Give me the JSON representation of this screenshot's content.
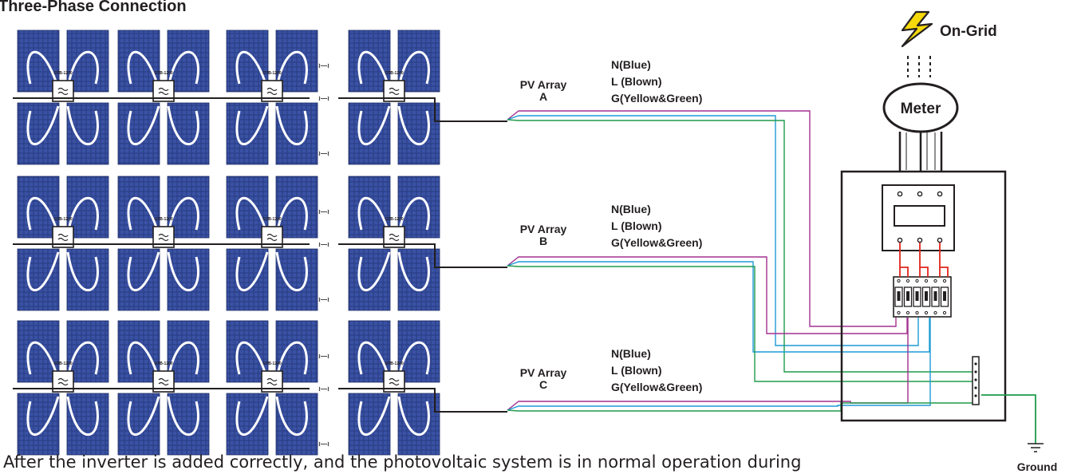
{
  "title": "Three-Phase Connection",
  "grid_label": "On-Grid",
  "meter_label": "Meter",
  "ground_label": "Ground",
  "inverter_label": "GTB-1200",
  "continuation_mark": "≀—≀",
  "arrays": [
    {
      "name": "PV Array",
      "letter": "A",
      "n_label": "N(Blue)",
      "l_label": "L (Blown)",
      "g_label": "G(Yellow&Green)"
    },
    {
      "name": "PV Array",
      "letter": "B",
      "n_label": "N(Blue)",
      "l_label": "L (Blown)",
      "g_label": "G(Yellow&Green)"
    },
    {
      "name": "PV Array",
      "letter": "C",
      "n_label": "N(Blue)",
      "l_label": "L (Blown)",
      "g_label": "G(Yellow&Green)"
    }
  ],
  "caption": "After the inverter is added correctly, and the photovoltaic system is in normal operation during",
  "colors": {
    "panel": "#2b3f86",
    "wire_l": "#a3318f",
    "wire_n": "#1e9ad6",
    "wire_g": "#1f9b4c",
    "breaker_link": "#e1251b",
    "line": "#231f20",
    "lightning": "#f5d90a"
  },
  "icons": {
    "lightning": "lightning-bolt-icon",
    "inverter": "inverter-icon",
    "breaker": "breaker-icon"
  }
}
